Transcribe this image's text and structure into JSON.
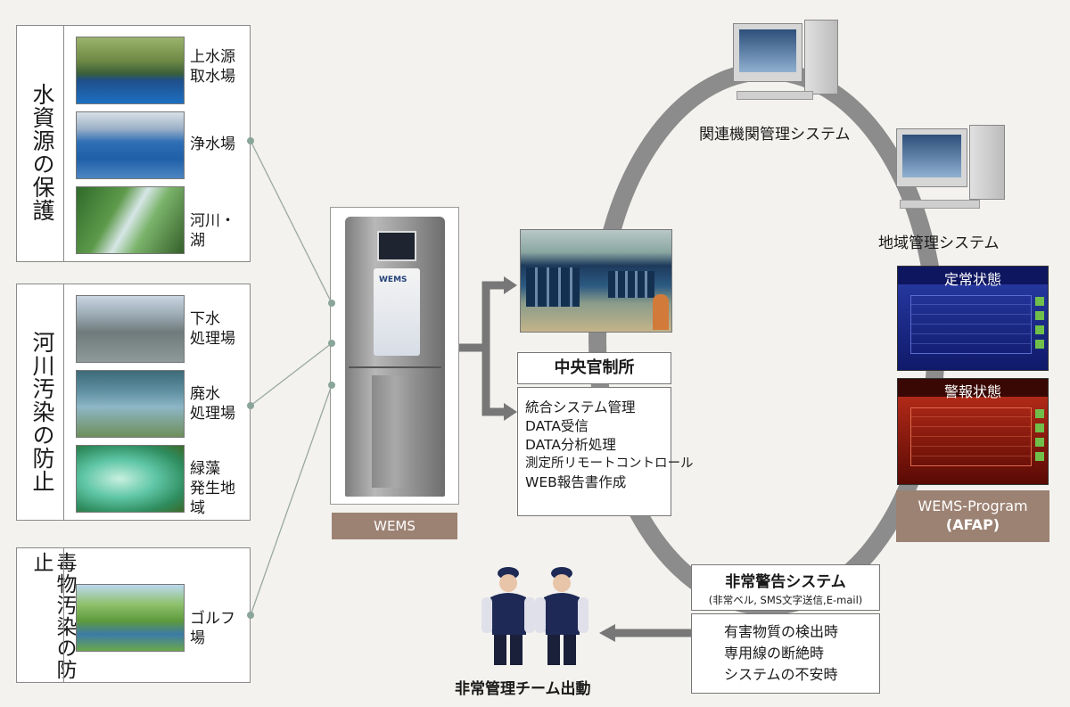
{
  "groups": [
    {
      "title": "水資源の保護",
      "sites": [
        "上水源\n取水場",
        "浄水場",
        "河川・湖"
      ]
    },
    {
      "title": "河川汚染の防止",
      "sites": [
        "下水\n処理場",
        "廃水\n処理場",
        "緑藻\n発生地域"
      ]
    },
    {
      "title": "毒物汚染の防止",
      "sites": [
        "ゴルフ場"
      ]
    }
  ],
  "wems": {
    "label": "WEMS",
    "cabinet_text": "WEMS"
  },
  "central": {
    "title": "中央官制所",
    "items": [
      "統合システム管理",
      "DATA受信",
      "DATA分析処理",
      "測定所リモートコントロール",
      "WEB報告書作成"
    ]
  },
  "related_system": "関連機関管理システム",
  "regional_system": "地域管理システム",
  "screens": {
    "normal": "定常状態",
    "alarm": "警報状態"
  },
  "program": {
    "line1": "WEMS-Program",
    "line2": "(AFAP)"
  },
  "emergency": {
    "title": "非常警告システム",
    "subtitle": "(非常ベル, SMS文字送信,E-mail)",
    "items": [
      "有害物質の検出時",
      "専用線の断絶時",
      "システムの不安時"
    ]
  },
  "team_label": "非常管理チーム出動",
  "colors": {
    "ring": "#8c8c8c",
    "caption": "#9c8273",
    "normal_screen": "#1b2a8c",
    "alarm_screen": "#9b1a0e"
  }
}
